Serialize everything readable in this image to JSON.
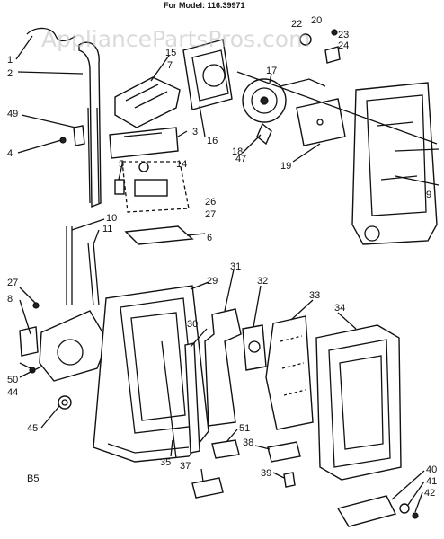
{
  "header": {
    "model_text": "For Model: 116.39971"
  },
  "watermark": {
    "text": "AppliancePartsPros.com"
  },
  "page_code": "B5",
  "callouts": [
    "1",
    "2",
    "3",
    "4",
    "5",
    "6",
    "7",
    "8",
    "9",
    "10",
    "11",
    "14",
    "15",
    "16",
    "17",
    "18",
    "19",
    "20",
    "22",
    "23",
    "24",
    "26",
    "27",
    "27",
    "29",
    "30",
    "31",
    "32",
    "33",
    "34",
    "35",
    "37",
    "38",
    "39",
    "40",
    "41",
    "42",
    "44",
    "45",
    "47",
    "49",
    "50",
    "51"
  ]
}
